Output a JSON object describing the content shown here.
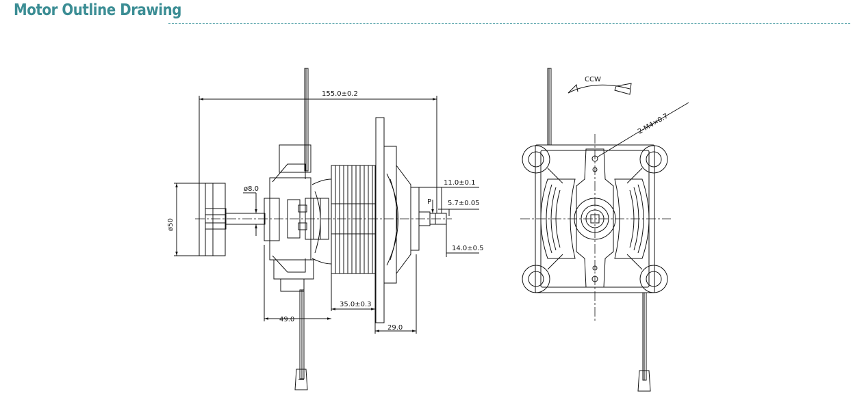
{
  "header": {
    "title": "Motor Outline Drawing"
  },
  "side_view": {
    "overall_length": "155.0±0.2",
    "shaft_diameter": "ø8.0",
    "fan_diameter": "ø50",
    "flat_dim_1": "11.0±0.1",
    "flat_dim_2": "5.7±0.05",
    "flat_label": "P",
    "shaft_end": "14.0±0.5",
    "stack_length": "35.0±0.3",
    "brush_offset": "49.0",
    "bracket_length": "29.0"
  },
  "front_view": {
    "rotation": "CCW",
    "screw_callout": "2-M4×0.7"
  },
  "colors": {
    "title": "#3b8d94",
    "rule": "#5fa8ae",
    "line": "#111111"
  }
}
